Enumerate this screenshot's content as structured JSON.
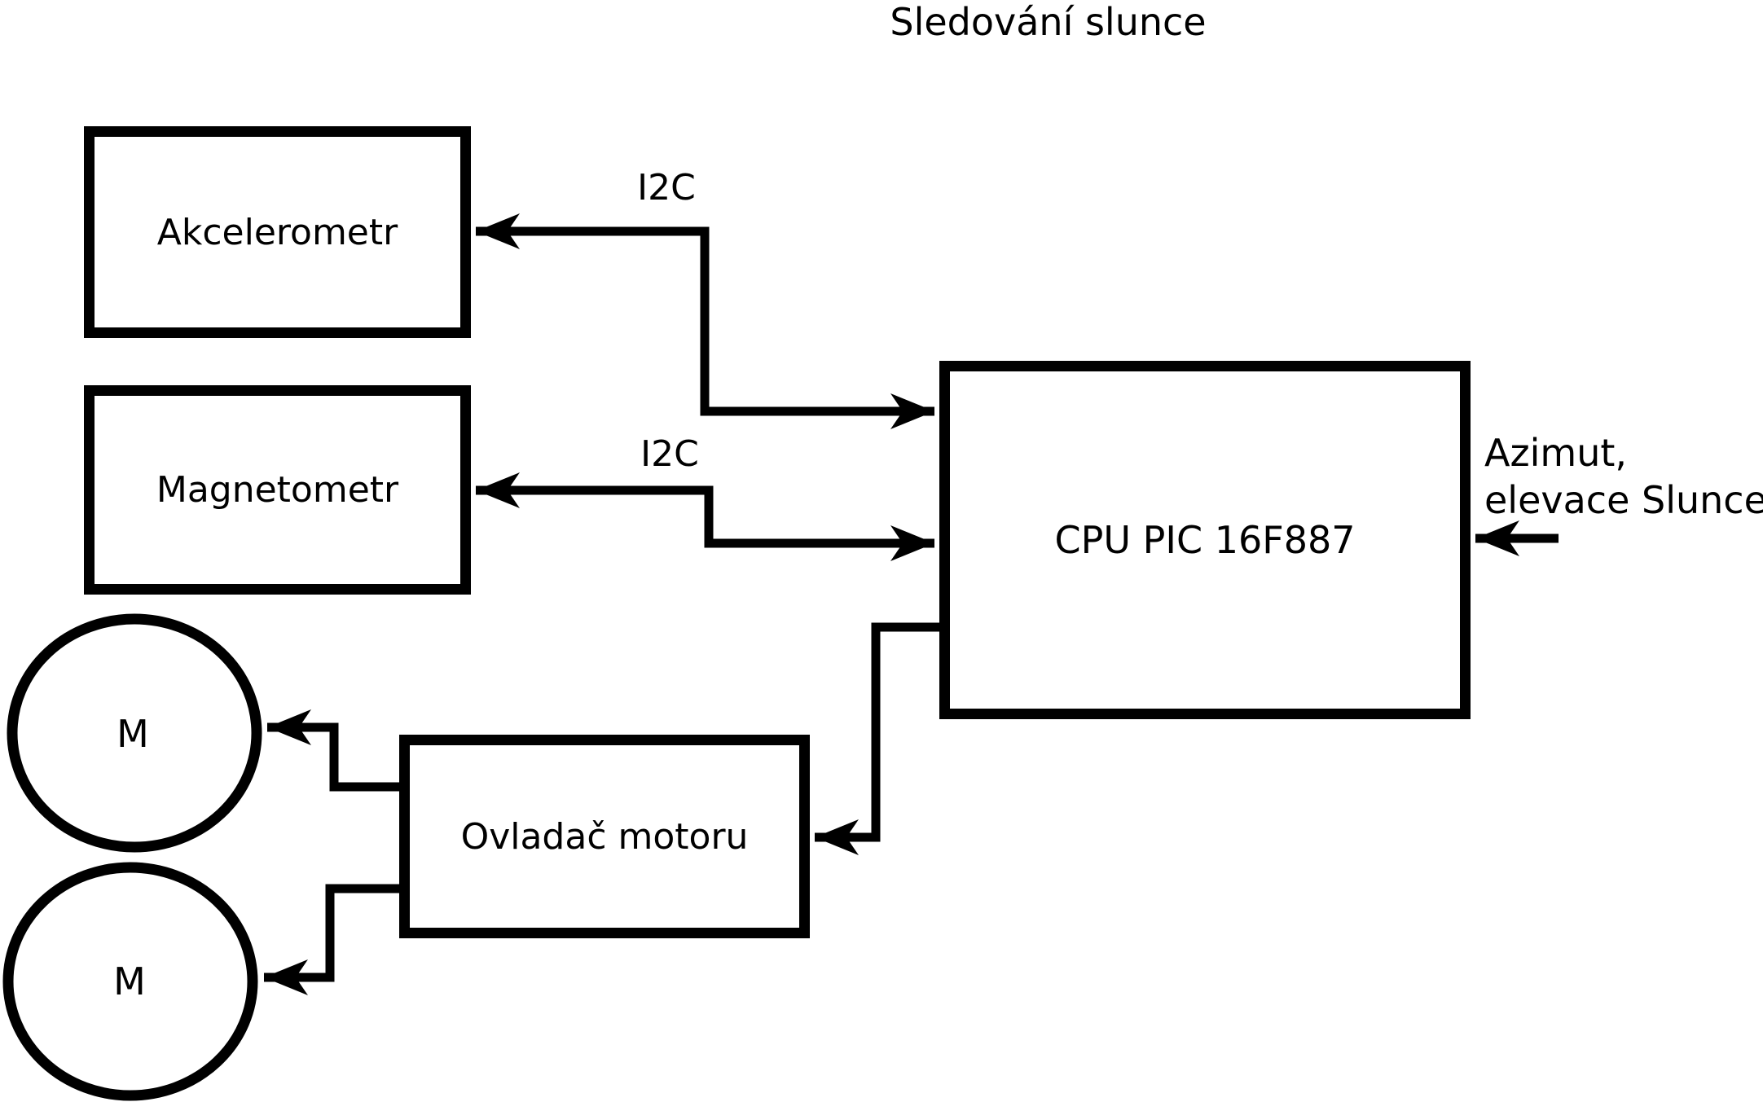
{
  "title": "Sledování slunce",
  "colors": {
    "ink": "#000000",
    "background": "#ffffff"
  },
  "blocks": {
    "akcelerometr": {
      "label": "Akcelerometr"
    },
    "magnetometr": {
      "label": "Magnetometr"
    },
    "cpu": {
      "label": "CPU PIC 16F887"
    },
    "ovladac": {
      "label": "Ovladač motoru"
    },
    "motor1": {
      "label": "M"
    },
    "motor2": {
      "label": "M"
    }
  },
  "wires": {
    "i2c_akcelerometr": {
      "label": "I2C",
      "from": "CPU PIC 16F887",
      "to": "Akcelerometr",
      "arrows": "both"
    },
    "i2c_magnetometr": {
      "label": "I2C",
      "from": "CPU PIC 16F887",
      "to": "Magnetometr",
      "arrows": "both"
    },
    "cpu_to_ovladac": {
      "label": "",
      "from": "CPU PIC 16F887",
      "to": "Ovladač motoru",
      "arrows": "end"
    },
    "ovladac_to_m1": {
      "label": "",
      "from": "Ovladač motoru",
      "to": "M",
      "arrows": "end"
    },
    "ovladac_to_m2": {
      "label": "",
      "from": "Ovladač motoru",
      "to": "M",
      "arrows": "end"
    },
    "azimut_input": {
      "label": "",
      "from": "external",
      "to": "CPU PIC 16F887",
      "arrows": "end"
    }
  },
  "annotations": {
    "azimut_line1": "Azimut,",
    "azimut_line2": "elevace Slunce"
  }
}
